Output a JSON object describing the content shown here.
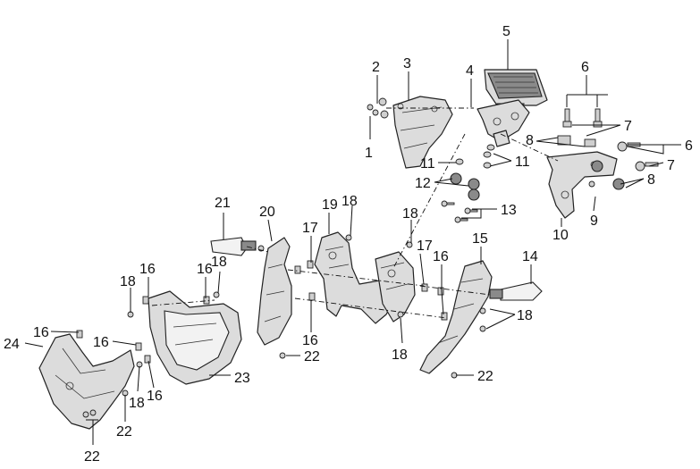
{
  "callouts": [
    {
      "id": "c1",
      "text": "1"
    },
    {
      "id": "c2",
      "text": "2"
    },
    {
      "id": "c3",
      "text": "3"
    },
    {
      "id": "c4",
      "text": "4"
    },
    {
      "id": "c5",
      "text": "5"
    },
    {
      "id": "c6a",
      "text": "6"
    },
    {
      "id": "c6b",
      "text": "6"
    },
    {
      "id": "c7a",
      "text": "7"
    },
    {
      "id": "c7b",
      "text": "7"
    },
    {
      "id": "c8a",
      "text": "8"
    },
    {
      "id": "c8b",
      "text": "8"
    },
    {
      "id": "c9",
      "text": "9"
    },
    {
      "id": "c10",
      "text": "10"
    },
    {
      "id": "c11a",
      "text": "11"
    },
    {
      "id": "c11b",
      "text": "11"
    },
    {
      "id": "c12",
      "text": "12"
    },
    {
      "id": "c13",
      "text": "13"
    },
    {
      "id": "c14",
      "text": "14"
    },
    {
      "id": "c15",
      "text": "15"
    },
    {
      "id": "c16a",
      "text": "16"
    },
    {
      "id": "c16b",
      "text": "16"
    },
    {
      "id": "c16c",
      "text": "16"
    },
    {
      "id": "c16d",
      "text": "16"
    },
    {
      "id": "c16e",
      "text": "16"
    },
    {
      "id": "c16f",
      "text": "16"
    },
    {
      "id": "c16g",
      "text": "16"
    },
    {
      "id": "c17a",
      "text": "17"
    },
    {
      "id": "c17b",
      "text": "17"
    },
    {
      "id": "c18a",
      "text": "18"
    },
    {
      "id": "c18b",
      "text": "18"
    },
    {
      "id": "c18c",
      "text": "18"
    },
    {
      "id": "c18d",
      "text": "18"
    },
    {
      "id": "c18e",
      "text": "18"
    },
    {
      "id": "c18f",
      "text": "18"
    },
    {
      "id": "c18g",
      "text": "18"
    },
    {
      "id": "c19",
      "text": "19"
    },
    {
      "id": "c20",
      "text": "20"
    },
    {
      "id": "c21",
      "text": "21"
    },
    {
      "id": "c22a",
      "text": "22"
    },
    {
      "id": "c22b",
      "text": "22"
    },
    {
      "id": "c22c",
      "text": "22"
    },
    {
      "id": "c22d",
      "text": "22"
    },
    {
      "id": "c23",
      "text": "23"
    },
    {
      "id": "c24",
      "text": "24"
    }
  ]
}
